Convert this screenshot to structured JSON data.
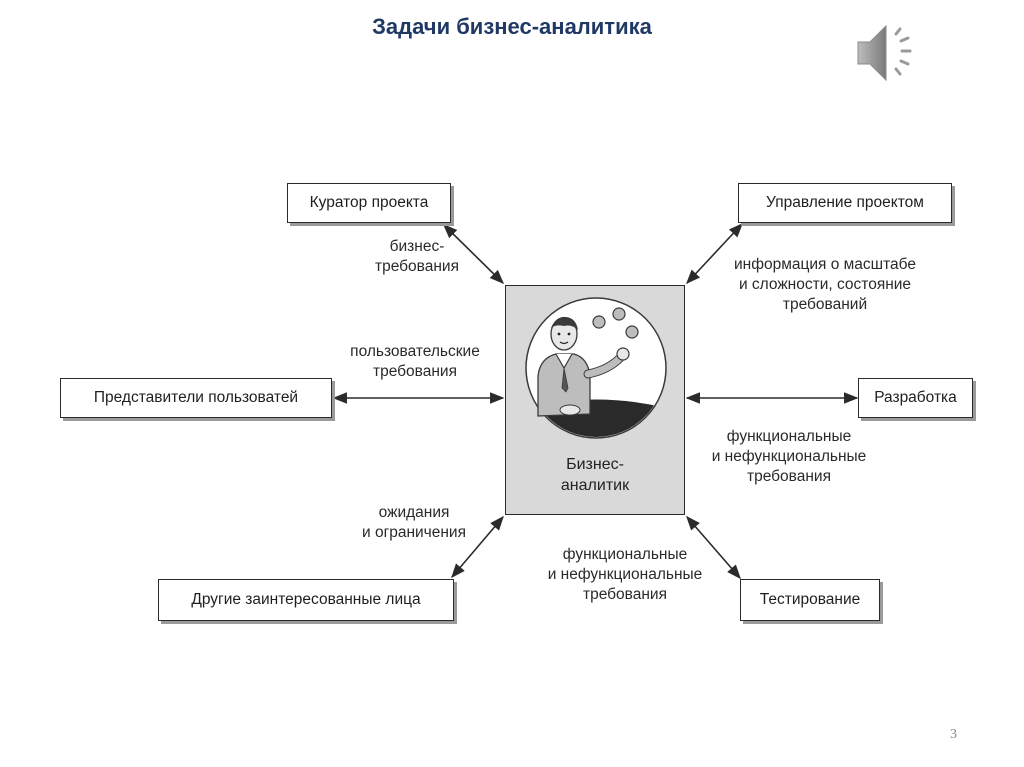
{
  "title": "Задачи бизнес-аналитика",
  "page_number": "3",
  "center": {
    "label": "Бизнес-\nаналитик"
  },
  "boxes": {
    "curator": "Куратор проекта",
    "pm": "Управление проектом",
    "users": "Представители пользоватей",
    "dev": "Разработка",
    "others": "Другие заинтересованные лица",
    "testing": "Тестирование"
  },
  "labels": {
    "curator": "бизнес-\nтребования",
    "pm": "информация о масштабе\nи сложности, состояние\nтребований",
    "users": "пользовательские\nтребования",
    "dev": "функциональные\nи нефункциональные\nтребования",
    "others": "ожидания\nи ограничения",
    "testing": "функциональные\nи нефункциональные\nтребования"
  },
  "icons": {
    "audio": "speaker-icon",
    "analyst": "juggler-illustration"
  },
  "colors": {
    "title": "#1f3864",
    "center_fill": "#d9d9d9",
    "line": "#2b2b2b"
  }
}
